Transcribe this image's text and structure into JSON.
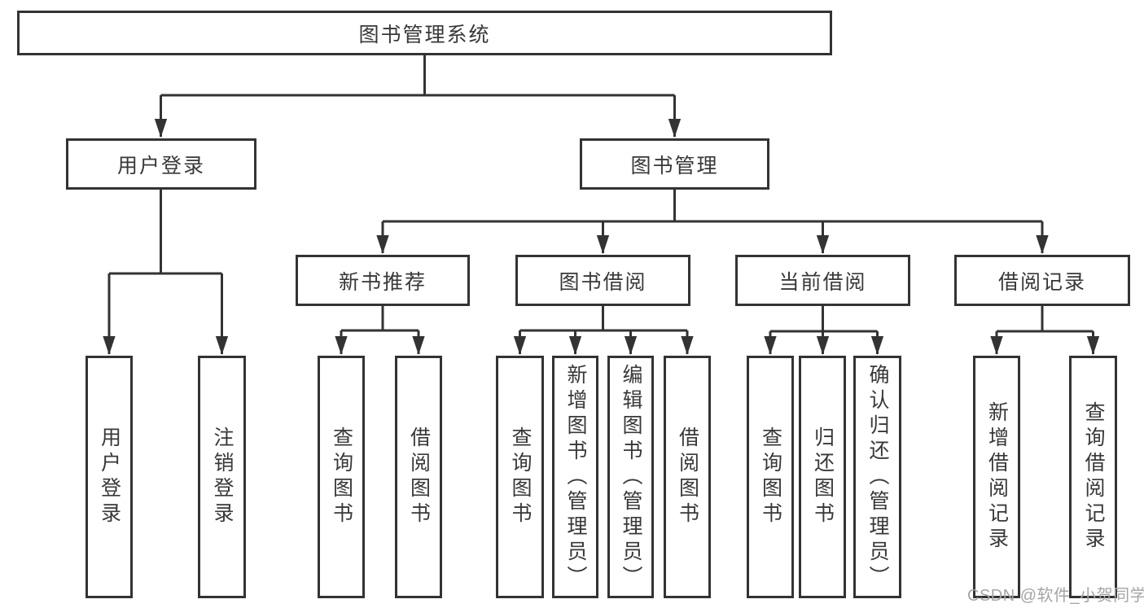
{
  "diagram": {
    "type": "hierarchy-tree",
    "colors": {
      "line": "#333333",
      "border": "#333333",
      "text": "#383838",
      "background": "#ffffff",
      "watermark": "#a5a5a5"
    }
  },
  "tree": {
    "root": {
      "label": "图书管理系统",
      "children": [
        {
          "label": "用户登录",
          "children": [
            {
              "label": "用户登录"
            },
            {
              "label": "注销登录"
            }
          ]
        },
        {
          "label": "图书管理",
          "children": [
            {
              "label": "新书推荐",
              "children": [
                {
                  "label": "查询图书"
                },
                {
                  "label": "借阅图书"
                }
              ]
            },
            {
              "label": "图书借阅",
              "children": [
                {
                  "label": "查询图书"
                },
                {
                  "label": "新增图书（管理员）"
                },
                {
                  "label": "编辑图书（管理员）"
                },
                {
                  "label": "借阅图书"
                }
              ]
            },
            {
              "label": "当前借阅",
              "children": [
                {
                  "label": "查询图书"
                },
                {
                  "label": "归还图书"
                },
                {
                  "label": "确认归还（管理员）"
                }
              ]
            },
            {
              "label": "借阅记录",
              "children": [
                {
                  "label": "新增借阅记录"
                },
                {
                  "label": "查询借阅记录"
                }
              ]
            }
          ]
        }
      ]
    }
  },
  "watermark": {
    "text": "CSDN @软件_小贺同学"
  }
}
